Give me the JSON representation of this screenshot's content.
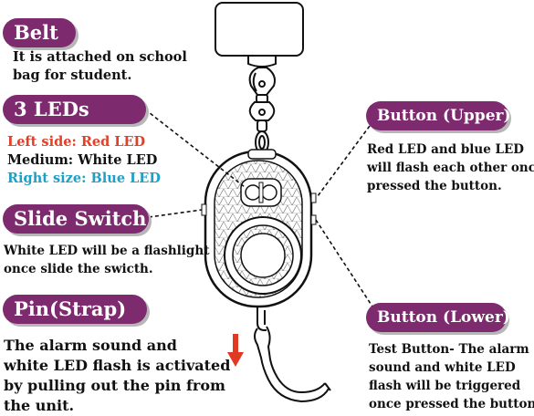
{
  "colors": {
    "pill": "#7d2a6e",
    "pill_shadow": "#b7b7b7",
    "red": "#e53e26",
    "blue": "#1ca0c8",
    "text": "#111111",
    "arrow": "#e03a22"
  },
  "belt": {
    "title": "Belt",
    "lines": [
      "It is attached on school",
      "bag for student."
    ]
  },
  "leds": {
    "title": "3 LEDs",
    "left": "Left side: Red LED",
    "middle": "Medium: White LED",
    "right": "Right size: Blue LED"
  },
  "slide_switch": {
    "title": "Slide Switch",
    "lines": [
      "White LED will be a flashlight",
      "once slide the swicth."
    ]
  },
  "pin_strap": {
    "title": "Pin(Strap)",
    "lines": [
      "The alarm sound and",
      "white LED flash is activated",
      "by pulling out the pin from",
      "the unit."
    ]
  },
  "button_upper": {
    "title": "Button (Upper)",
    "lines": [
      "Red LED and blue LED",
      "will flash each other once",
      "pressed the button."
    ]
  },
  "button_lower": {
    "title": "Button (Lower)",
    "lines": [
      "Test Button- The alarm",
      "sound and white LED",
      "flash will be triggered",
      "once pressed the button."
    ]
  }
}
